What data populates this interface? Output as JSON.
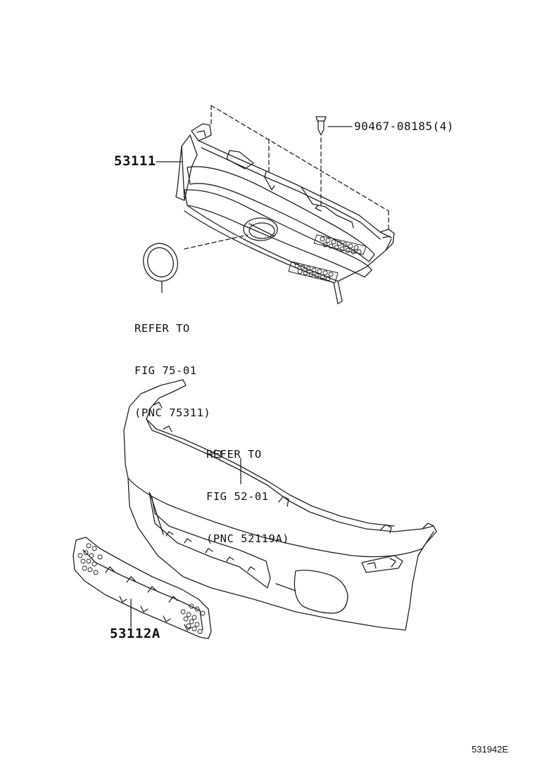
{
  "callouts": {
    "grille_part": "53111",
    "clip_part": "90467-08185(4)",
    "emblem_ref": [
      "REFER TO",
      "FIG 75-01",
      "(PNC 75311)"
    ],
    "bumper_ref": [
      "REFER TO",
      "FIG 52-01",
      "(PNC 52119A)"
    ],
    "lower_grille_part": "53112A"
  },
  "illustration_code": "531942E",
  "colors": {
    "line": "#222222",
    "background": "#ffffff"
  }
}
